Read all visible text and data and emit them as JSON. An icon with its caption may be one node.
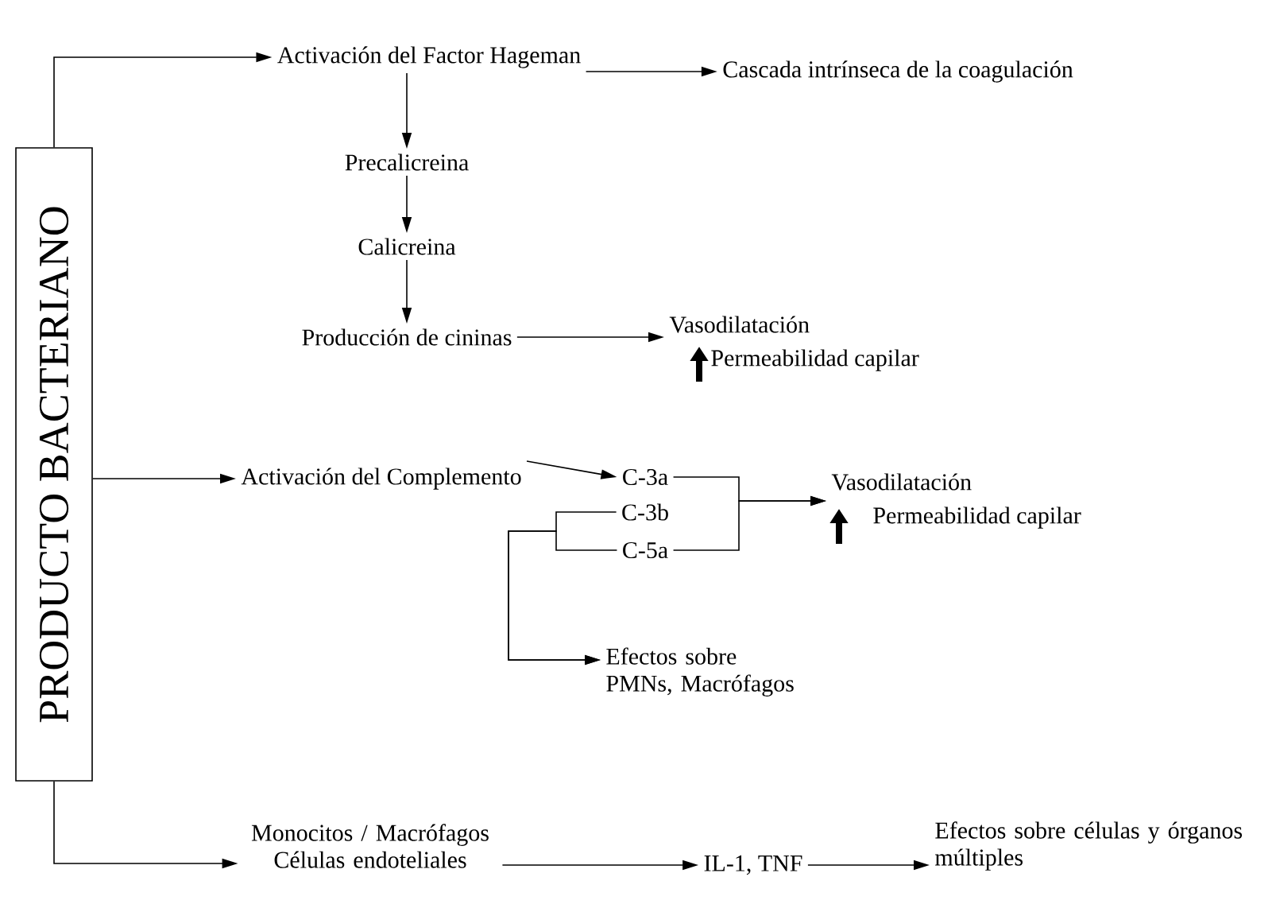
{
  "diagram": {
    "nodes": [
      {
        "text": [
          "PRODUCTO BACTERIANO"
        ]
      },
      {
        "text": [
          "Activación del Factor Hageman"
        ]
      },
      {
        "text": [
          "Cascada intrínseca de la coagulación"
        ]
      },
      {
        "text": [
          "Precalicreina"
        ]
      },
      {
        "text": [
          "Calicreina"
        ]
      },
      {
        "text": [
          "Producción de cininas"
        ]
      },
      {
        "text": [
          "Vasodilatación",
          "Permeabilidad capilar"
        ]
      },
      {
        "text": [
          "Activación del Complemento"
        ]
      },
      {
        "text": [
          "C-3a"
        ]
      },
      {
        "text": [
          "C-3b"
        ]
      },
      {
        "text": [
          "C-5a"
        ]
      },
      {
        "text": [
          "Vasodilatación",
          "Permeabilidad capilar"
        ]
      },
      {
        "text": [
          "Efectos sobre PMNs, Macrófagos"
        ]
      },
      {
        "text": [
          "Monocitos / Macrófagos Células endoteliales"
        ]
      },
      {
        "text": [
          "IL-1, TNF"
        ]
      },
      {
        "text": [
          "Efectos sobre células y órganos múltiples"
        ]
      }
    ],
    "edges": [
      {
        "from": 0,
        "to": 1,
        "arrow": "to"
      },
      {
        "from": 0,
        "to": 7,
        "arrow": "to"
      },
      {
        "from": 0,
        "to": 13,
        "arrow": "to"
      },
      {
        "from": 1,
        "to": 2,
        "arrow": "to"
      },
      {
        "from": 1,
        "to": 3,
        "arrow": "to"
      },
      {
        "from": 3,
        "to": 4,
        "arrow": "to"
      },
      {
        "from": 4,
        "to": 5,
        "arrow": "to"
      },
      {
        "from": 5,
        "to": 6,
        "arrow": "to"
      },
      {
        "from": 7,
        "to": 8,
        "arrow": "to"
      },
      {
        "from": 8,
        "to": 11,
        "arrow": "to"
      },
      {
        "from": 10,
        "to": 11,
        "arrow": "to"
      },
      {
        "from": 9,
        "to": 12,
        "arrow": "to"
      },
      {
        "from": 10,
        "to": 12,
        "arrow": "to"
      },
      {
        "from": 13,
        "to": 14,
        "arrow": "to"
      },
      {
        "from": 14,
        "to": 15,
        "arrow": "to"
      }
    ]
  }
}
